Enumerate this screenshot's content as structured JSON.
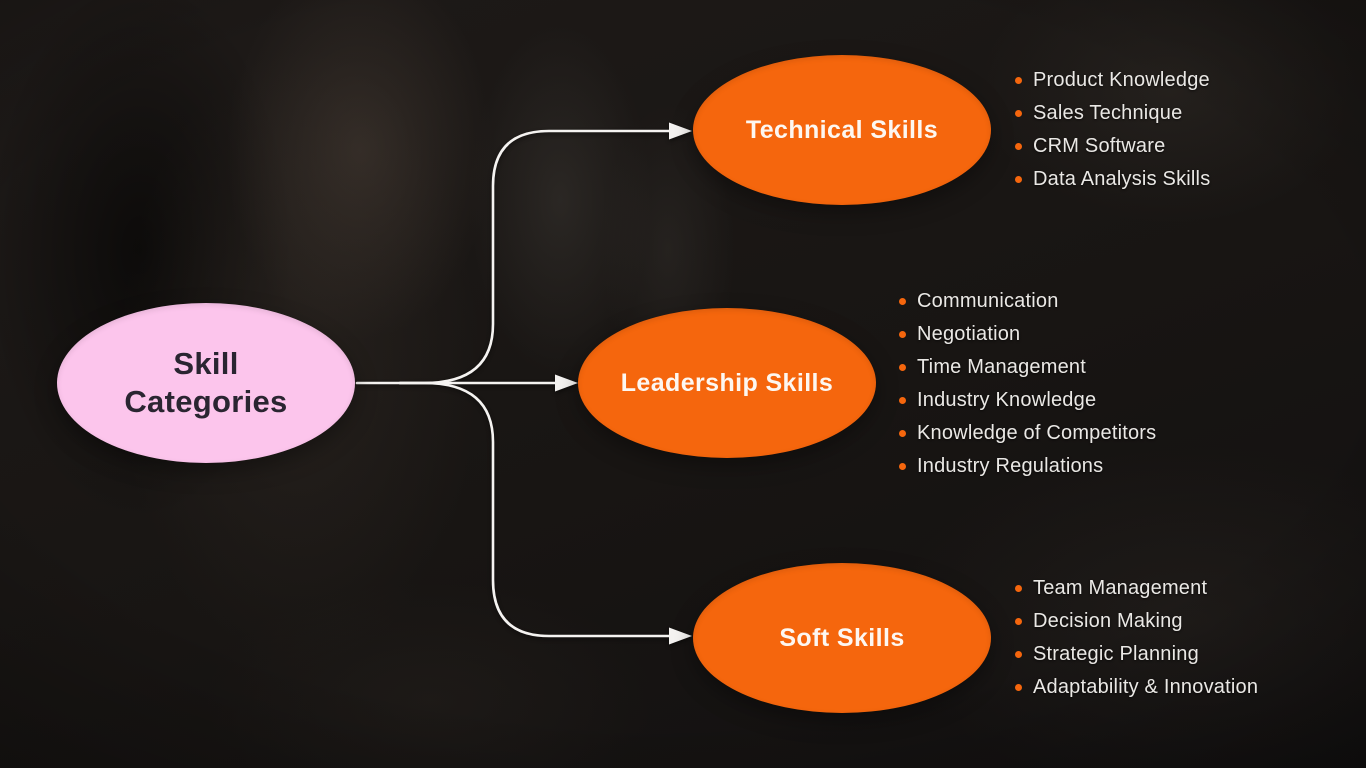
{
  "diagram": {
    "root": {
      "label": "Skill Categories"
    },
    "branches": [
      {
        "label": "Technical Skills",
        "items": [
          "Product Knowledge",
          "Sales Technique",
          "CRM Software",
          "Data Analysis Skills"
        ]
      },
      {
        "label": "Leadership Skills",
        "items": [
          "Communication",
          "Negotiation",
          "Time Management",
          "Industry Knowledge",
          "Knowledge of Competitors",
          "Industry Regulations"
        ]
      },
      {
        "label": "Soft Skills",
        "items": [
          "Team Management",
          "Decision Making",
          "Strategic Planning",
          "Adaptability & Innovation"
        ]
      }
    ],
    "icons": {
      "bullet": "orange-dot",
      "arrowhead": "white-right-triangle"
    },
    "colors": {
      "background": "#171412",
      "root_fill": "#fcc5ec",
      "root_text": "#2a2531",
      "branch_fill": "#f5660d",
      "branch_text": "#fdf7f1",
      "bullet": "#f5660d",
      "list_text": "#eae8e5",
      "connector": "#f5f3f1"
    }
  }
}
